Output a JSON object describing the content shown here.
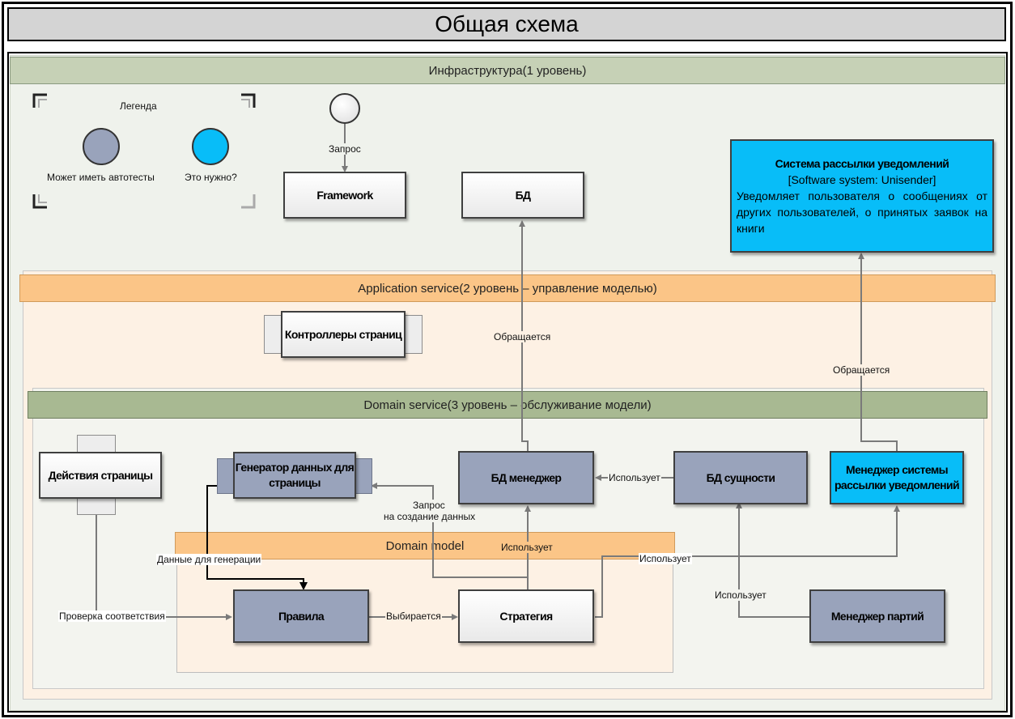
{
  "title": "Общая схема",
  "bands": {
    "infra": "Инфраструктура(1 уровень)",
    "app": "Application service(2 уровень – управление моделью)",
    "domain_service": "Domain service(3 уровень – обслуживание модели)",
    "domain_model": "Domain model"
  },
  "legend": {
    "title": "Легенда",
    "items": [
      {
        "label": "Может иметь автотесты",
        "color": "#99a3bb"
      },
      {
        "label": "Это нужно?",
        "color": "#08bdf8"
      }
    ]
  },
  "nodes": {
    "framework": "Framework",
    "db": "БД",
    "unisender": {
      "title": "Система рассылки уведомлений",
      "type": "[Software system: Unisender]",
      "description": "Уведомляет пользователя о сообщениях от других пользователей, о принятых заявок на книги"
    },
    "controllers": "Контроллеры страниц",
    "page_actions": "Действия страницы",
    "page_data_generator": "Генератор данных для страницы",
    "db_manager": "БД менеджер",
    "db_entities": "БД сущности",
    "notify_manager": "Менеджер системы рассылки уведомлений",
    "rules": "Правила",
    "strategy": "Стратегия",
    "party_manager": "Менеджер партий"
  },
  "edges": {
    "request": "Запрос",
    "calls1": "Обращается",
    "calls2": "Обращается",
    "uses1": "Использует",
    "request_create_line1": "Запрос",
    "request_create_line2": "на создание данных",
    "uses2": "Использует",
    "gen_data": "Данные для генерации",
    "uses3": "Использует",
    "uses4": "Использует",
    "check": "Проверка соответствия",
    "selected": "Выбирается"
  },
  "colors": {
    "grey_node": "#99a3bb",
    "cyan_node": "#08bdf8",
    "infra_band": "#c6d1b6",
    "app_band": "#fbc587",
    "domain_band": "#a8b992"
  }
}
